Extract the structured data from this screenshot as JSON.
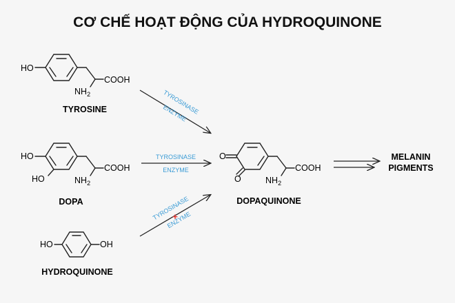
{
  "title": "CƠ CHẾ HOẠT ĐỘNG CỦA HYDROQUINONE",
  "colors": {
    "enzyme": "#3a9bd5",
    "inhibit": "#e53935",
    "ink": "#222222",
    "background": "#f6f6f6"
  },
  "molecules": {
    "tyrosine": {
      "name": "TYROSINE",
      "groups": {
        "ho": "HO",
        "cooh": "COOH",
        "nh2": "NH",
        "nh2_sub": "2"
      }
    },
    "dopa": {
      "name": "DOPA",
      "groups": {
        "ho_top": "HO",
        "ho_bottom": "HO",
        "cooh": "COOH",
        "nh2": "NH",
        "nh2_sub": "2"
      }
    },
    "hydroquinone": {
      "name": "HYDROQUINONE",
      "groups": {
        "ho_left": "HO",
        "oh_right": "OH"
      }
    },
    "dopaquinone": {
      "name": "DOPAQUINONE",
      "groups": {
        "o_top": "O",
        "o_bottom": "O",
        "cooh": "COOH",
        "nh2": "NH",
        "nh2_sub": "2"
      }
    }
  },
  "arrows": {
    "tyrosine_to_dopaquinone": {
      "top": "TYROSINASE",
      "bottom": "ENZYME"
    },
    "dopa_to_dopaquinone": {
      "top": "TYROSINASE",
      "bottom": "ENZYME"
    },
    "hydroquinone_to_dopaquinone": {
      "top": "TYROSINASE",
      "bottom": "ENZYME",
      "inhibit_mark": "+"
    }
  },
  "product": {
    "line1": "MELANIN",
    "line2": "PIGMENTS"
  }
}
